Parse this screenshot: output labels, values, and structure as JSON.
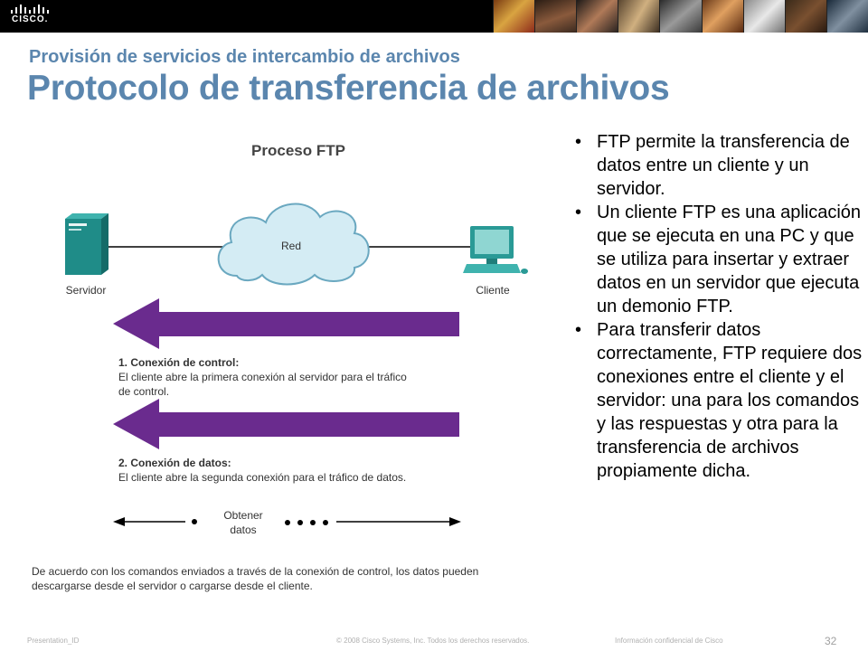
{
  "banner": {
    "logo_text": "CISCO."
  },
  "header": {
    "subtitle": "Provisión de servicios de intercambio de archivos",
    "title": "Protocolo de transferencia de archivos"
  },
  "diagram": {
    "title": "Proceso FTP",
    "server_label": "Servidor",
    "network_label": "Red",
    "client_label": "Cliente",
    "step1_title": "1. Conexión de control:",
    "step1_line1": "El cliente abre la primera conexión al servidor para el tráfico",
    "step1_line2": "de control.",
    "step2_title": "2. Conexión de datos:",
    "step2_line1": "El cliente abre la segunda conexión para el tráfico de datos.",
    "get_data_line1": "Obtener",
    "get_data_line2": "datos",
    "note_line1": "De acuerdo con los comandos enviados a través de la conexión de control, los datos pueden",
    "note_line2": "descargarse desde el servidor o cargarse desde el cliente.",
    "colors": {
      "arrow": "#6a2b8e",
      "server": "#1f8c88",
      "cloud": "#d4ecf4",
      "cloud_stroke": "#6aa8c0"
    }
  },
  "bullets": [
    "FTP permite la transferencia de datos entre un cliente y un servidor.",
    "Un cliente FTP es una aplicación que se ejecuta en una PC y que se utiliza para insertar y extraer datos en un servidor que ejecuta un demonio FTP.",
    "Para transferir datos correctamente, FTP requiere dos conexiones entre el cliente y el servidor: una para los comandos y las respuestas y otra para la transferencia de archivos propiamente dicha."
  ],
  "footer": {
    "presentation_id": "Presentation_ID",
    "copyright": "© 2008 Cisco Systems, Inc. Todos los derechos reservados.",
    "confidential": "Información confidencial de Cisco",
    "page_number": "32"
  }
}
